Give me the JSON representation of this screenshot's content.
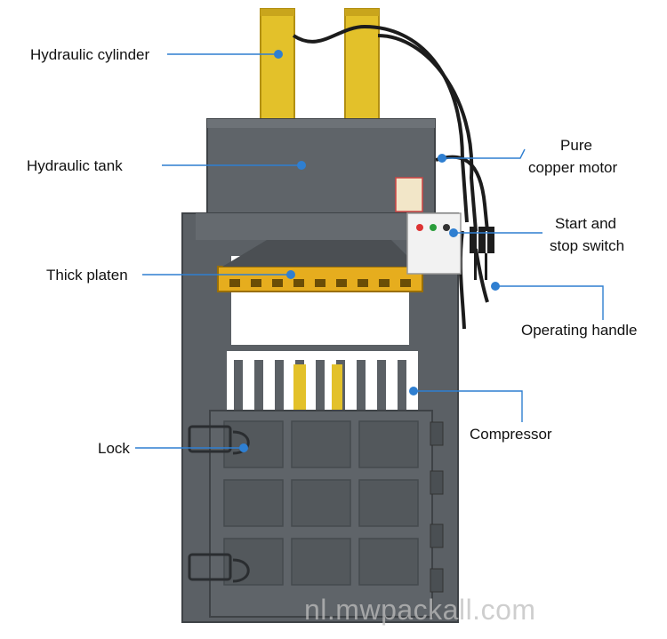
{
  "colors": {
    "accent": "#2f7fd1",
    "machine_body": "#5f6469",
    "platen": "#e6ad1e",
    "cylinder": "#e3c12a"
  },
  "labels": {
    "hydraulic_cylinder": "Hydraulic cylinder",
    "hydraulic_tank": "Hydraulic tank",
    "pure_copper_motor_line1": "Pure",
    "pure_copper_motor_line2": "copper motor",
    "start_stop_line1": "Start and",
    "start_stop_line2": "stop switch",
    "thick_platen": "Thick platen",
    "operating_handle": "Operating handle",
    "compressor": "Compressor",
    "lock": "Lock"
  },
  "watermark": "nl.mwpackall.com"
}
